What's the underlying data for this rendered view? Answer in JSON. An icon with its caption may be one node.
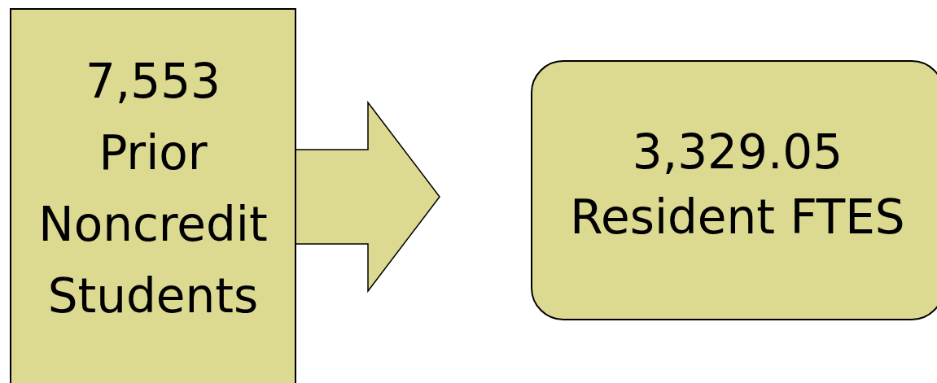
{
  "diagram": {
    "nodes": [
      {
        "text": [
          "7,553",
          "Prior Noncredit Students"
        ]
      },
      {
        "text": [
          "3,329.05",
          "Resident FTES"
        ]
      }
    ],
    "edges": [
      {
        "from": 0,
        "to": 1,
        "arrow": "to"
      }
    ]
  }
}
